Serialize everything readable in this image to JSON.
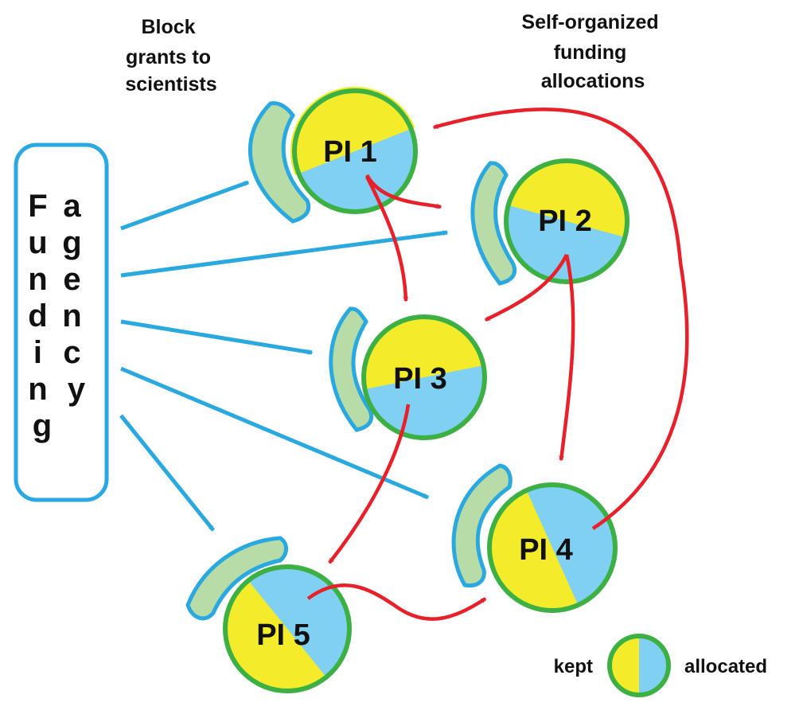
{
  "headings": {
    "block_grants": [
      "Block",
      "grants to",
      "scientists"
    ],
    "self_organized": [
      "Self-organized",
      "funding",
      "allocations"
    ]
  },
  "agency": {
    "col1": [
      "F",
      "u",
      "n",
      "d",
      "i",
      "n",
      "g"
    ],
    "col2": [
      "a",
      "g",
      "e",
      "n",
      "c",
      "y"
    ]
  },
  "pis": {
    "pi1": "PI 1",
    "pi2": "PI 2",
    "pi3": "PI 3",
    "pi4": "PI 4",
    "pi5": "PI 5"
  },
  "legend": {
    "kept": "kept",
    "allocated": "allocated"
  },
  "colors": {
    "kept": "#f4ec2a",
    "allocated": "#7fd0f2",
    "ring": "#3cb043",
    "funding_arrow": "#2aa8e0",
    "allocation_arrow": "#e8202a",
    "shield_fill": "#b8dca8",
    "shield_border": "#2aa8e0"
  }
}
